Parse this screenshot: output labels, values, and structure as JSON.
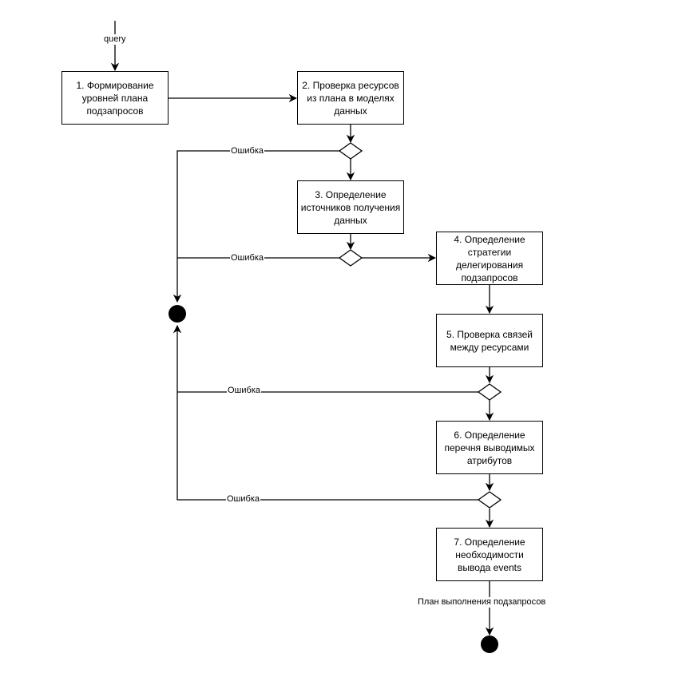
{
  "diagram": {
    "input_label": "query",
    "output_label": "План выполнения подзапросов",
    "error_label": "Ошибка",
    "steps": [
      "1. Формирование уровней плана подзапросов",
      "2. Проверка ресурсов из плана в моделях данных",
      "3. Определение источников получения данных",
      "4. Определение стратегии делегирования подзапросов",
      "5. Проверка связей между ресурсами",
      "6. Определение перечня выводимых атрибутов",
      "7. Определение необходимости вывода events"
    ],
    "colors": {
      "line": "#000000",
      "node_fill": "#ffffff",
      "terminal": "#000000"
    }
  }
}
